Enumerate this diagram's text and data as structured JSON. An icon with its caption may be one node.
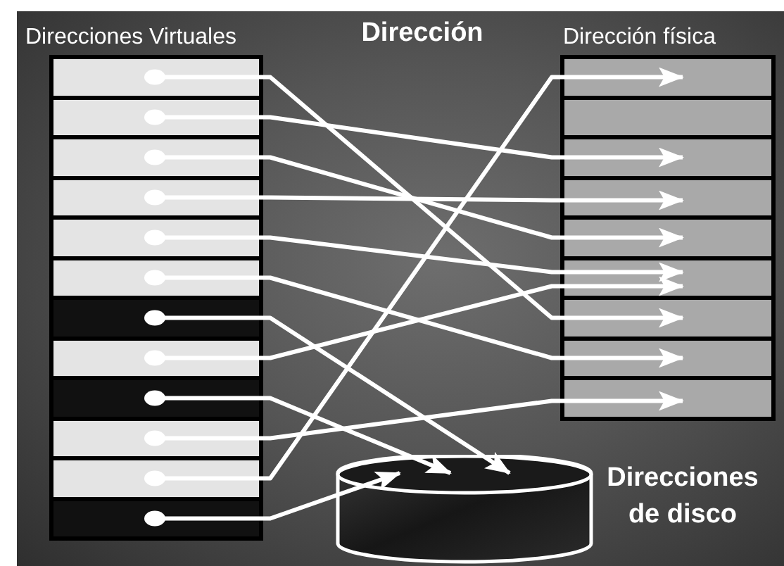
{
  "diagram": {
    "title": "Dirección",
    "nodes": [
      {
        "text": [
          "Direcciones Virtuales"
        ]
      },
      {
        "text": [],
        "shape": "box",
        "in": 0
      },
      {
        "text": [],
        "shape": "box",
        "in": 0
      },
      {
        "text": [],
        "shape": "box",
        "in": 0
      },
      {
        "text": [],
        "shape": "box",
        "in": 0
      },
      {
        "text": [],
        "shape": "box",
        "in": 0
      },
      {
        "text": [],
        "shape": "box",
        "in": 0
      },
      {
        "text": [],
        "shape": "box",
        "in": 0
      },
      {
        "text": [],
        "shape": "box",
        "in": 0
      },
      {
        "text": [],
        "shape": "box",
        "in": 0
      },
      {
        "text": [],
        "shape": "box",
        "in": 0
      },
      {
        "text": [],
        "shape": "box",
        "in": 0
      },
      {
        "text": [],
        "shape": "box",
        "in": 0
      },
      {
        "text": [
          "Dirección física"
        ]
      },
      {
        "text": [],
        "shape": "box",
        "in": 13
      },
      {
        "text": [],
        "shape": "box",
        "in": 13
      },
      {
        "text": [],
        "shape": "box",
        "in": 13
      },
      {
        "text": [],
        "shape": "box",
        "in": 13
      },
      {
        "text": [],
        "shape": "box",
        "in": 13
      },
      {
        "text": [],
        "shape": "box",
        "in": 13
      },
      {
        "text": [],
        "shape": "box",
        "in": 13
      },
      {
        "text": [],
        "shape": "box",
        "in": 13
      },
      {
        "text": [],
        "shape": "box",
        "in": 13
      },
      {
        "text": [],
        "shape": "cylinder",
        "beside": [
          "Direcciones de disco"
        ]
      }
    ],
    "edges": [
      {
        "from": 1,
        "to": 20,
        "arrow": "to"
      },
      {
        "from": 2,
        "to": 16,
        "arrow": "to"
      },
      {
        "from": 3,
        "to": 18,
        "arrow": "to"
      },
      {
        "from": 4,
        "to": 17,
        "arrow": "to"
      },
      {
        "from": 5,
        "to": 19,
        "arrow": "to"
      },
      {
        "from": 6,
        "to": 21,
        "arrow": "to"
      },
      {
        "from": 7,
        "to": 23,
        "arrow": "to"
      },
      {
        "from": 8,
        "to": 19,
        "arrow": "to"
      },
      {
        "from": 9,
        "to": 23,
        "arrow": "to"
      },
      {
        "from": 10,
        "to": 22,
        "arrow": "to"
      },
      {
        "from": 11,
        "to": 14,
        "arrow": "to"
      },
      {
        "from": 12,
        "to": 23,
        "arrow": "to"
      }
    ]
  }
}
